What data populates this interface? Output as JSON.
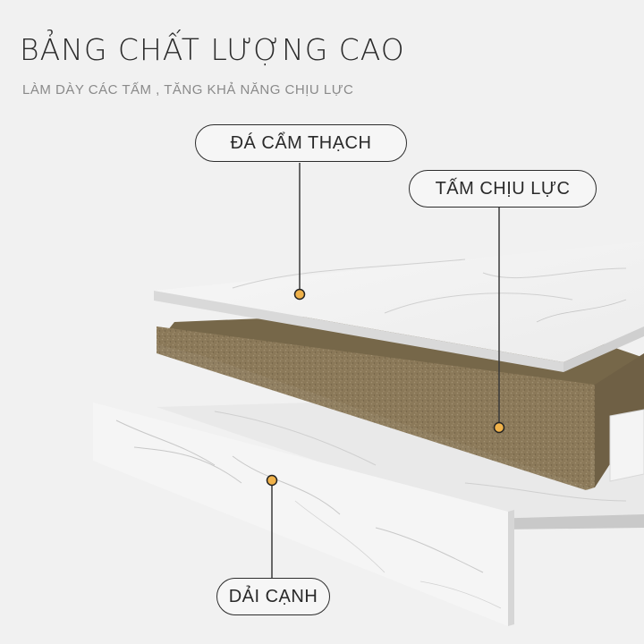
{
  "header": {
    "title": "BẢNG CHẤT LƯỢNG CAO",
    "subtitle": "LÀM DÀY CÁC TẤM , TĂNG KHẢ NĂNG CHỊU LỰC"
  },
  "labels": {
    "marble": "ĐÁ CẨM THẠCH",
    "core": "TẤM CHỊU LỰC",
    "edge": "DẢI CẠNH"
  },
  "colors": {
    "background": "#f1f1f1",
    "marble": "#f3f3f3",
    "core": "#8c7a5c",
    "marker": "#e9b24f",
    "outline": "#2d2d2d"
  }
}
